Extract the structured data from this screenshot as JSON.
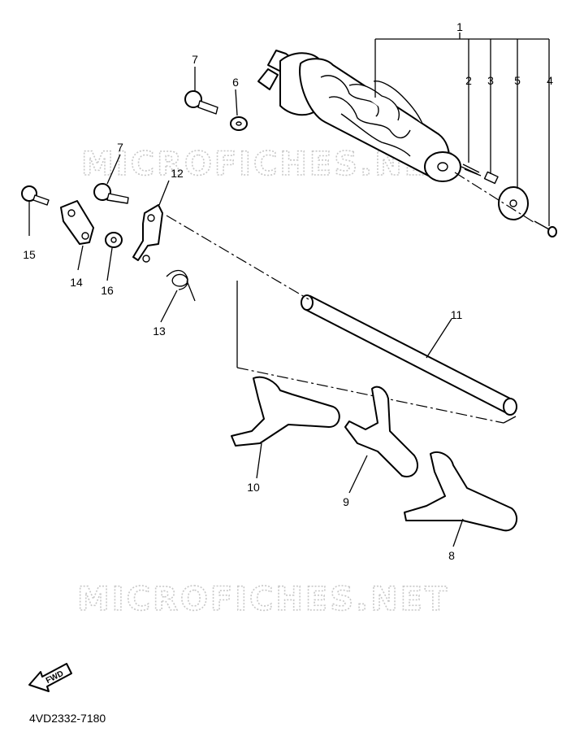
{
  "watermark": "MICROFICHES.NET",
  "figure_code": "4VD2332-7180",
  "direction_label": "FWD",
  "callouts": {
    "c1": "1",
    "c2": "2",
    "c3": "3",
    "c4": "4",
    "c5": "5",
    "c6": "6",
    "c7a": "7",
    "c7b": "7",
    "c8": "8",
    "c9": "9",
    "c10": "10",
    "c11": "11",
    "c12": "12",
    "c13": "13",
    "c14": "14",
    "c15": "15",
    "c16": "16"
  }
}
